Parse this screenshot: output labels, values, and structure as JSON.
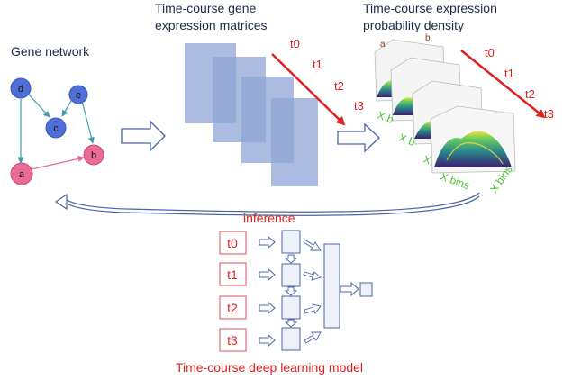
{
  "network": {
    "title": "Gene network",
    "nodes": {
      "d": "d",
      "e": "e",
      "c": "c",
      "a": "a",
      "b": "b"
    },
    "colors": {
      "blue": "#4f6fd8",
      "pink": "#ea6b96",
      "edge_blue": "#3aa0a8",
      "edge_pink": "#e86b92"
    }
  },
  "matrices": {
    "title_line1": "Time-course gene",
    "title_line2": "expression matrices",
    "fill": "#8fa5d6",
    "times": [
      "t0",
      "t1",
      "t2",
      "t3"
    ],
    "time_color": "#e02020"
  },
  "density": {
    "title_line1": "Time-course expression",
    "title_line2": "probability density",
    "panel_labels": {
      "a": "a",
      "b": "b"
    },
    "axis_labels": [
      "X b",
      "X",
      "X bins",
      "X bins"
    ],
    "axis_label_color": "#4fc23a",
    "times": [
      "t0",
      "t1",
      "t2",
      "t3"
    ]
  },
  "feedback": {
    "label": "inference",
    "color": "#e02020"
  },
  "model": {
    "inputs": [
      "t0",
      "t1",
      "t2",
      "t3"
    ],
    "title": "Time-course deep learning model",
    "box_fill": "#eef1f9",
    "box_stroke": "#4a64a8"
  }
}
